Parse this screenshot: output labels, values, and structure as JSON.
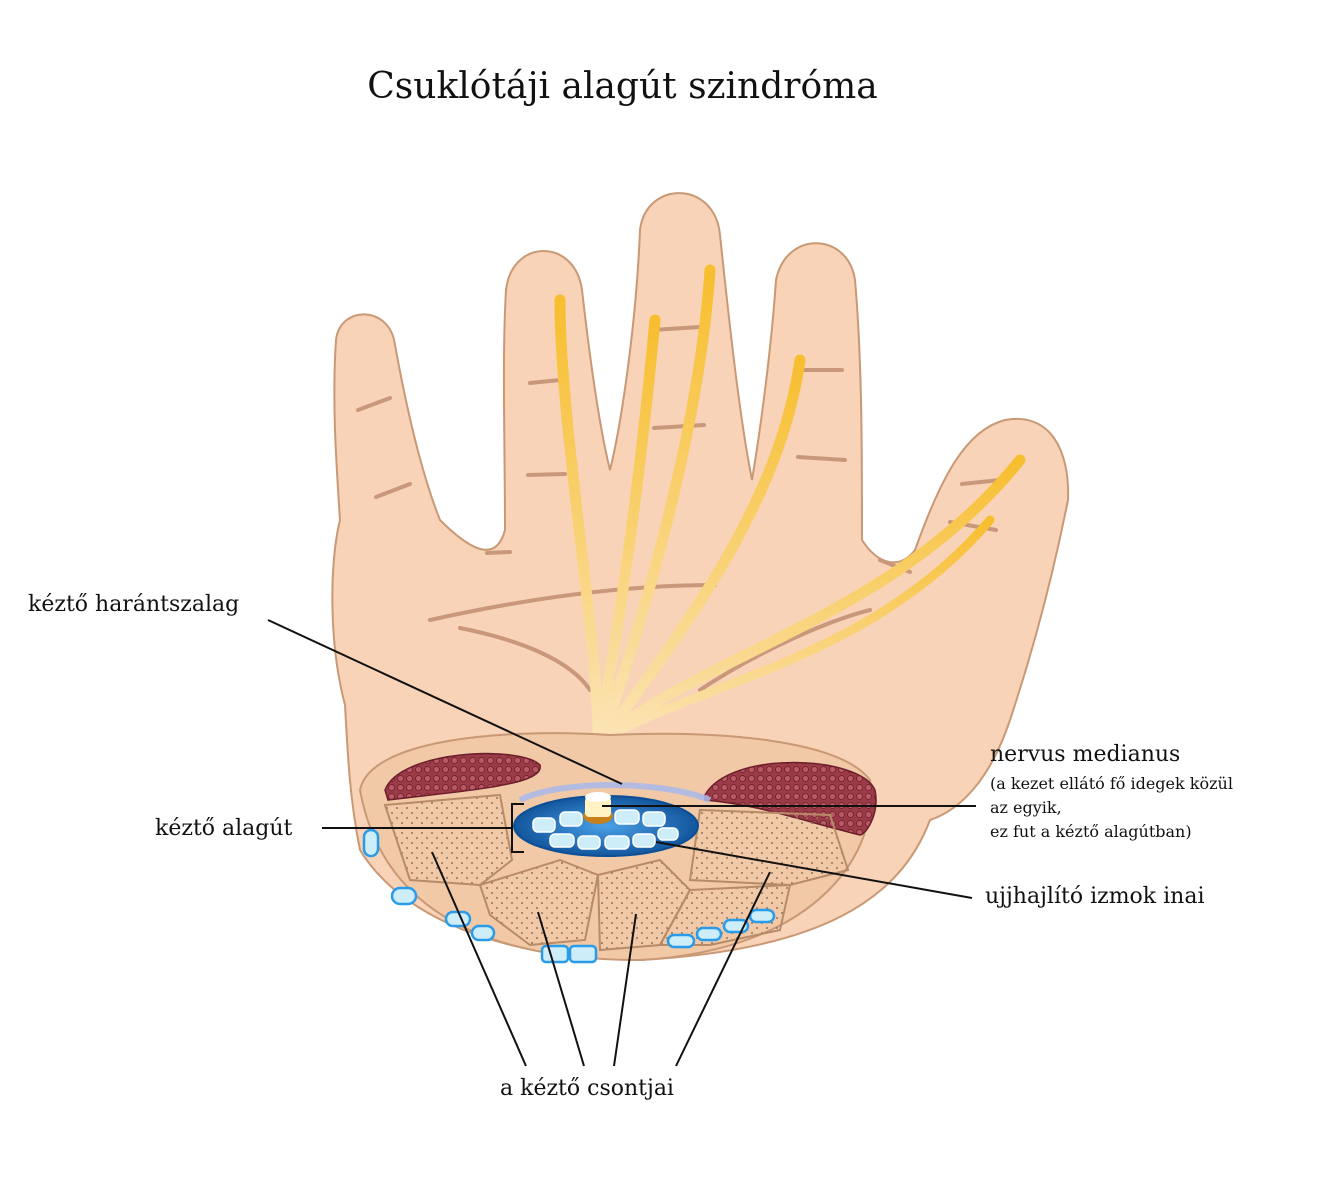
{
  "title": "Csuklótáji alagút szindróma",
  "labels": {
    "ligament": "kéztő harántszalag",
    "tunnel": "kéztő alagút",
    "nerve": "nervus medianus",
    "nerve_note_1": "(a kezet ellátó fő idegek közül",
    "nerve_note_2": "az egyik,",
    "nerve_note_3": "ez fut a kéztő alagútban)",
    "tendons": "ujjhajlító izmok inai",
    "bones": "a kéztő csontjai"
  },
  "colors": {
    "skin": "#f8d3b8",
    "skin_outline": "#c99874",
    "nerve": "#f7be2e",
    "muscle": "#9b3b48",
    "tunnel": "#1a6fc0",
    "tendon": "#cdeef8",
    "bone": "#f1c9a6"
  }
}
